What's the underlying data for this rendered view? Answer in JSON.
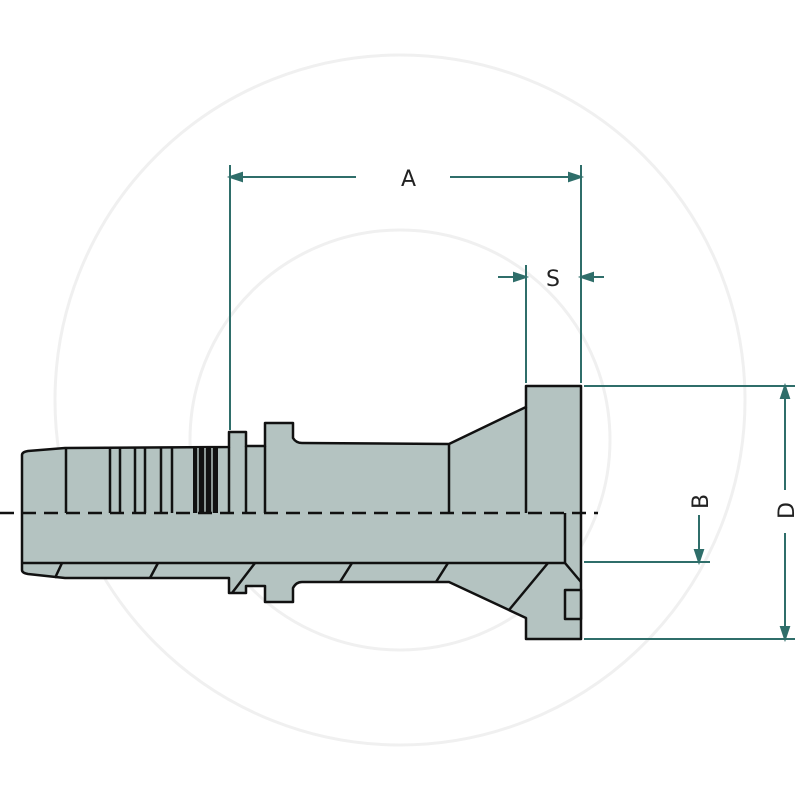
{
  "diagram": {
    "colors": {
      "part_fill": "#b4c3c1",
      "outline": "#111111",
      "dimension": "#2f6e6a",
      "watermark": "#f2f2f2"
    },
    "dimensions": {
      "a": "A",
      "s": "S",
      "b": "B",
      "d": "D"
    }
  }
}
